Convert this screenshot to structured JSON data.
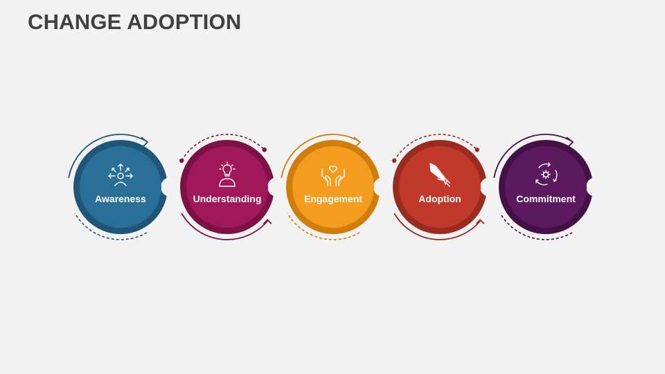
{
  "title": "CHANGE ADOPTION",
  "steps": [
    {
      "label": "Awareness",
      "icon": "awareness-icon",
      "color": "#2a6f97",
      "shade": "#1f5678",
      "arrow": "#1f5678"
    },
    {
      "label": "Understanding",
      "icon": "idea-person-icon",
      "color": "#a0185a",
      "shade": "#7c1145",
      "arrow": "#7c1145"
    },
    {
      "label": "Engagement",
      "icon": "heart-hands-icon",
      "color": "#f39c1f",
      "shade": "#d07d0c",
      "arrow": "#d07d0c"
    },
    {
      "label": "Adoption",
      "icon": "rocket-icon",
      "color": "#c0392b",
      "shade": "#9a2b21",
      "arrow": "#9a2b21"
    },
    {
      "label": "Commitment",
      "icon": "cycle-gear-icon",
      "color": "#5b1a5e",
      "shade": "#431146",
      "arrow": "#431146"
    }
  ]
}
